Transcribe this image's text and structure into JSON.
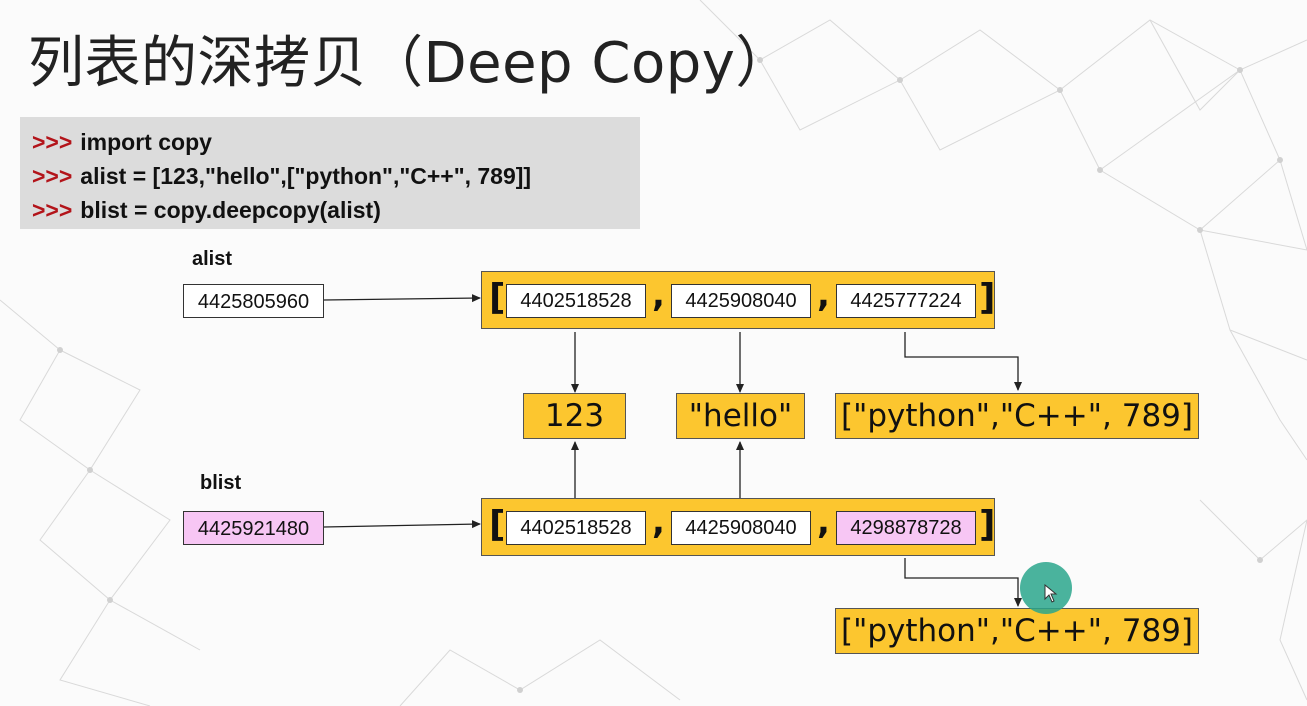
{
  "title": "列表的深拷贝（Deep Copy）",
  "code": {
    "prompt": ">>>",
    "lines": [
      "import copy",
      "alist = [123,\"hello\",[\"python\",\"C++\", 789]]",
      "blist = copy.deepcopy(alist)"
    ]
  },
  "alist": {
    "label": "alist",
    "address": "4425805960",
    "elements": [
      "4402518528",
      "4425908040",
      "4425777224"
    ]
  },
  "shared_objects": {
    "int_value": "123",
    "str_value": "\"hello\"",
    "inner_list": "[\"python\",\"C++\", 789]"
  },
  "blist": {
    "label": "blist",
    "address": "4425921480",
    "elements": [
      "4402518528",
      "4425908040",
      "4298878728"
    ],
    "inner_list_copy": "[\"python\",\"C++\", 789]"
  },
  "symbols": {
    "open": "[",
    "close": "]",
    "comma": ","
  },
  "colors": {
    "box_fill": "#fcc62f",
    "changed_address": "#f7c6f4",
    "prompt": "#b3141a",
    "code_bg": "#dcdcdc"
  },
  "cursor": {
    "icon": "pointer-arrow-icon"
  }
}
